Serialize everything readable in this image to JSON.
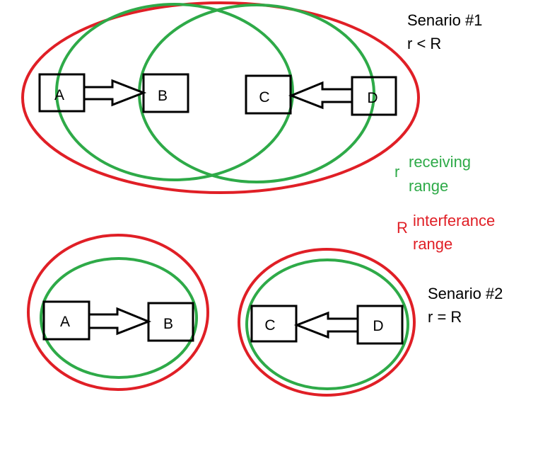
{
  "colors": {
    "receiving_range": "#2eaa48",
    "interference_range": "#e01f26",
    "stroke": "#000000",
    "background": "#ffffff"
  },
  "scenario1": {
    "title": "Senario #1",
    "condition": "r < R",
    "nodes": {
      "a": "A",
      "b": "B",
      "c": "C",
      "d": "D"
    }
  },
  "scenario2": {
    "title": "Senario #2",
    "condition": "r = R",
    "nodes": {
      "a": "A",
      "b": "B",
      "c": "C",
      "d": "D"
    }
  },
  "legend": {
    "receiving_symbol": "r",
    "receiving_line1": "receiving",
    "receiving_line2": "range",
    "interference_symbol": "R",
    "interference_line1": "interferance",
    "interference_line2": "range"
  }
}
